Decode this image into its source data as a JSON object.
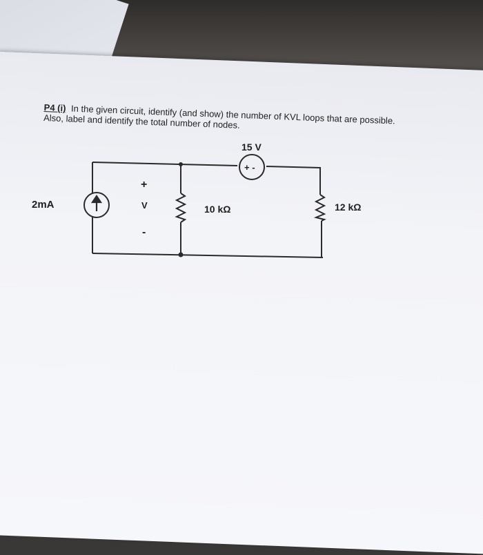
{
  "problem": {
    "tag": "P4 (i)",
    "line1": "In the given circuit, identify (and show) the number of KVL loops that are possible.",
    "line2": "Also, label and identify the total number of nodes."
  },
  "circuit": {
    "voltage_source_label": "15 V",
    "voltage_source_symbol": "+ -",
    "current_source_label": "2mA",
    "voltage_plus": "+",
    "voltage_label": "V",
    "voltage_minus": "-",
    "resistor1_label": "10 kΩ",
    "resistor2_label": "12 kΩ"
  }
}
